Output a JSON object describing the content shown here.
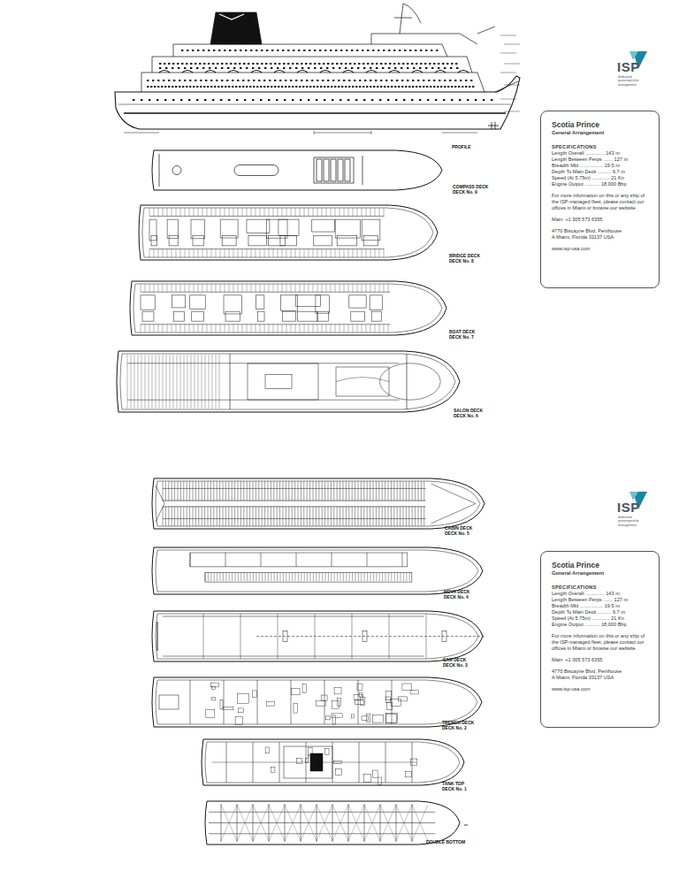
{
  "diagram": {
    "nodes": [
      {
        "text": [
          "Scotia Prince",
          "General Arrangement",
          "SPECIFICATIONS",
          "Length Overall .............. 143 m",
          "Length Between Perps ....... 127 m",
          "Breadth Mld ................. 19.5 m",
          "Depth To Main Deck .......... 6.7 m",
          "Speed (At 5.75m) ............. 21 Kn",
          "Engine Output ........... 18,000 Bhp",
          "For more information on this or any ship of the ISP-managed fleet, please contact our offices in Miami or browse our website.",
          "Main:  +1 305 573 6355",
          "4770 Biscayne Blvd, Penthouse A Miami, Florida  33137  USA",
          "www.isp-usa.com"
        ]
      },
      {
        "text": [
          "Scotia Prince",
          "General Arrangement",
          "SPECIFICATIONS",
          "Length Overall .............. 143 m",
          "Length Between Perps ....... 127 m",
          "Breadth Mld ................. 19.5 m",
          "Depth To Main Deck .......... 6.7 m",
          "Speed (At 5.75m) ............. 21 Kn",
          "Engine Output ........... 18,000 Bhp",
          "For more information on this or any ship of the ISP-managed fleet, please contact our offices in Miami or browse our website.",
          "Main:  +1 305 573 6355",
          "4770 Biscayne Blvd, Penthouse A Miami, Florida  33137  USA",
          "www.isp-usa.com"
        ]
      }
    ],
    "labels": [
      "ISP",
      "dedicated passengership management",
      "PROFILE",
      "COMPASS DECK",
      "DECK No. 9",
      "BRIDGE DECK",
      "DECK No. 8",
      "BOAT DECK",
      "DECK No. 7",
      "SALON DECK",
      "DECK No. 6",
      "ISP",
      "dedicated passengership management",
      "CABIN DECK",
      "DECK No. 5",
      "NOVA DECK",
      "DECK No. 4",
      "CAR DECK",
      "DECK No. 3",
      "TRENCH DECK",
      "DECK No. 2",
      "TANK TOP",
      "DECK No. 1",
      "DOUBLE BOTTOM"
    ]
  }
}
